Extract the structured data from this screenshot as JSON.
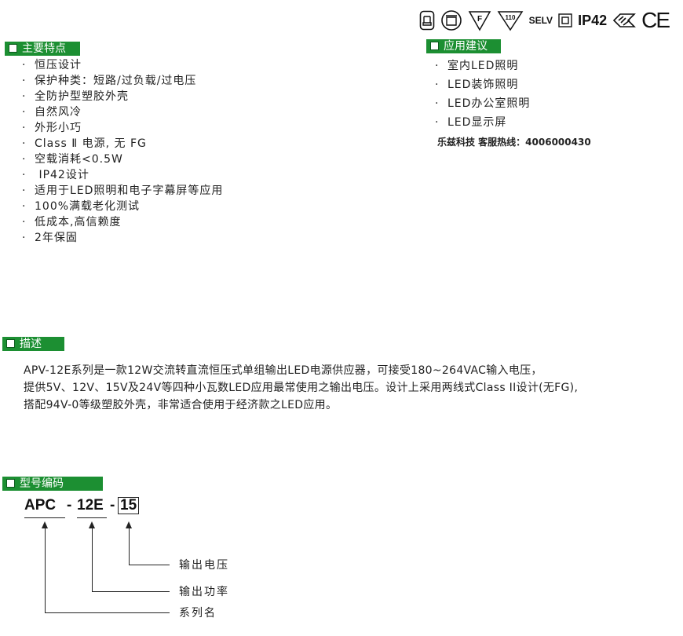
{
  "certifications": {
    "items": [
      "lamp-in-box-icon",
      "lamp-icon",
      "f-triangle-icon",
      "110-triangle-icon",
      "double-square-icon",
      "rcm-icon",
      "ce-icon"
    ],
    "f_mark": "F",
    "temp_mark": "110",
    "selv": "SELV",
    "ip": "IP42",
    "ce": "CE"
  },
  "features": {
    "title": "主要特点",
    "items": [
      "恒压设计",
      "保护种类：短路/过负载/过电压",
      "全防护型塑胶外壳",
      "自然风冷",
      "外形小巧",
      "Class Ⅱ 电源, 无 FG",
      "空载消耗<0.5W",
      " IP42设计",
      "适用于LED照明和电子字幕屏等应用",
      "100%满载老化测试",
      "低成本,高信赖度",
      "2年保固"
    ]
  },
  "applications": {
    "title": "应用建议",
    "items": [
      "室内LED照明",
      "LED装饰照明",
      "LED办公室照明",
      "LED显示屏"
    ],
    "hotline": "乐兹科技 客服热线：4006000430"
  },
  "description": {
    "title": "描述",
    "lines": [
      "APV-12E系列是一款12W交流转直流恒压式单组输出LED电源供应器，可接受180~264VAC输入电压，",
      "提供5V、12V、15V及24V等四种小瓦数LED应用最常使用之输出电压。设计上采用两线式Class II设计(无FG),",
      "搭配94V-0等级塑胶外壳，非常适合使用于经济款之LED应用。"
    ]
  },
  "model": {
    "title": "型号编码",
    "series": "APC",
    "dash1": "-",
    "power": "12E",
    "dash2": "-",
    "voltage": "15",
    "label_voltage": "输出电压",
    "label_power": "输出功率",
    "label_series": "系列名"
  },
  "colors": {
    "accent": "#1c8f32",
    "text": "#222222"
  }
}
